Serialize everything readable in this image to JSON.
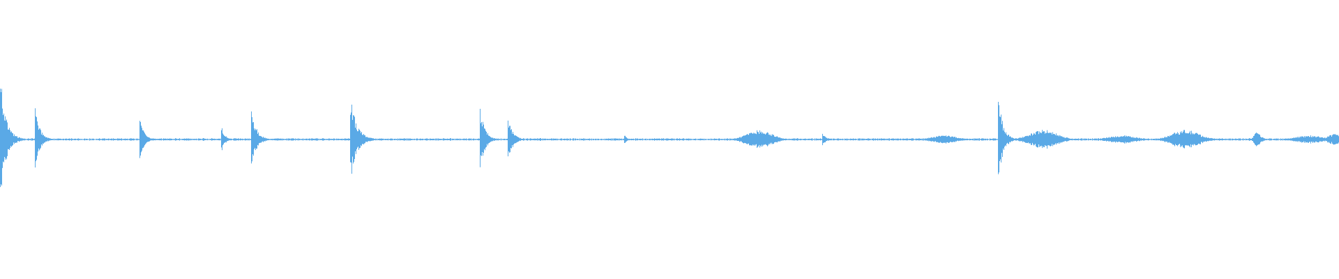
{
  "waveform": {
    "color": "#5aa9e6",
    "baseline_amplitude": 0.01,
    "events": [
      {
        "time": 0.0,
        "peak": 0.47,
        "decay": 0.012,
        "attack": 0.0,
        "kind": "transient"
      },
      {
        "time": 0.026,
        "peak": 0.24,
        "decay": 0.01,
        "attack": 0.0,
        "kind": "transient"
      },
      {
        "time": 0.104,
        "peak": 0.16,
        "decay": 0.009,
        "attack": 0.0,
        "kind": "transient"
      },
      {
        "time": 0.165,
        "peak": 0.12,
        "decay": 0.007,
        "attack": 0.0,
        "kind": "transient"
      },
      {
        "time": 0.187,
        "peak": 0.29,
        "decay": 0.01,
        "attack": 0.0,
        "kind": "transient"
      },
      {
        "time": 0.261,
        "peak": 0.34,
        "decay": 0.014,
        "attack": 0.0,
        "kind": "transient"
      },
      {
        "time": 0.358,
        "peak": 0.26,
        "decay": 0.01,
        "attack": 0.0,
        "kind": "transient"
      },
      {
        "time": 0.379,
        "peak": 0.17,
        "decay": 0.01,
        "attack": 0.0,
        "kind": "transient"
      },
      {
        "time": 0.466,
        "peak": 0.05,
        "decay": 0.004,
        "attack": 0.0,
        "kind": "transient"
      },
      {
        "time": 0.567,
        "peak": 0.07,
        "decay": 0.01,
        "attack": 0.01,
        "kind": "swell"
      },
      {
        "time": 0.614,
        "peak": 0.06,
        "decay": 0.006,
        "attack": 0.0,
        "kind": "transient"
      },
      {
        "time": 0.705,
        "peak": 0.03,
        "decay": 0.01,
        "attack": 0.01,
        "kind": "swell"
      },
      {
        "time": 0.745,
        "peak": 0.36,
        "decay": 0.01,
        "attack": 0.0,
        "kind": "transient"
      },
      {
        "time": 0.779,
        "peak": 0.07,
        "decay": 0.01,
        "attack": 0.012,
        "kind": "swell"
      },
      {
        "time": 0.838,
        "peak": 0.03,
        "decay": 0.01,
        "attack": 0.012,
        "kind": "swell"
      },
      {
        "time": 0.885,
        "peak": 0.07,
        "decay": 0.01,
        "attack": 0.012,
        "kind": "swell"
      },
      {
        "time": 0.938,
        "peak": 0.09,
        "decay": 0.008,
        "attack": 0.004,
        "kind": "transient"
      },
      {
        "time": 0.978,
        "peak": 0.03,
        "decay": 0.01,
        "attack": 0.012,
        "kind": "swell"
      },
      {
        "time": 0.997,
        "peak": 0.04,
        "decay": 0.006,
        "attack": 0.006,
        "kind": "swell"
      }
    ]
  }
}
